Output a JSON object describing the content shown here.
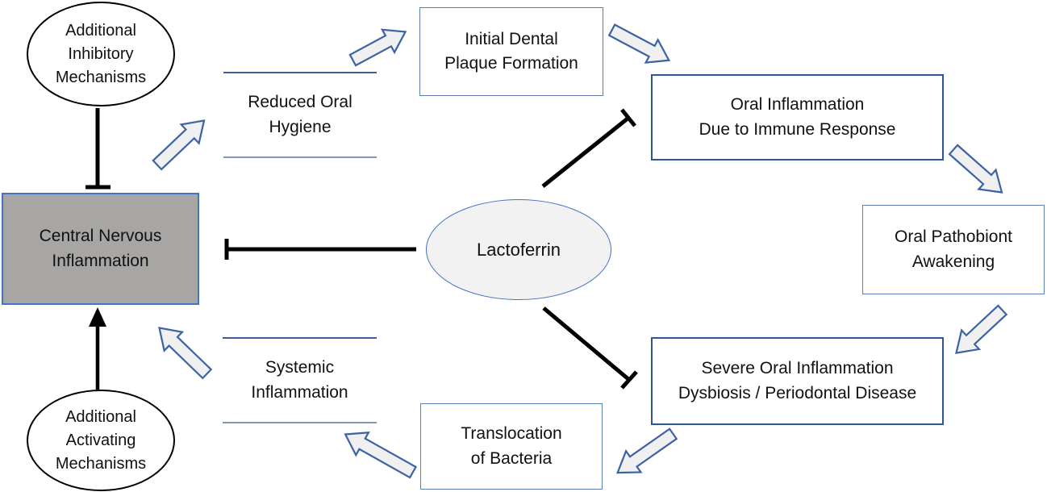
{
  "diagram": {
    "nodes": {
      "additional_inhibitory": {
        "label": "Additional\nInhibitory\nMechanisms",
        "shape": "ellipse"
      },
      "central_nervous": {
        "label": "Central Nervous\nInflammation",
        "shape": "rect-gray"
      },
      "additional_activating": {
        "label": "Additional\nActivating\nMechanisms",
        "shape": "ellipse"
      },
      "reduced_oral_hygiene": {
        "label": "Reduced Oral\nHygiene",
        "shape": "ruled-text"
      },
      "systemic_inflammation": {
        "label": "Systemic\nInflammation",
        "shape": "ruled-text"
      },
      "initial_dental": {
        "label": "Initial Dental\nPlaque Formation",
        "shape": "rect"
      },
      "oral_inflammation": {
        "label": "Oral Inflammation\nDue to Immune Response",
        "shape": "rect"
      },
      "oral_pathobiont": {
        "label": "Oral Pathobiont\nAwakening",
        "shape": "rect"
      },
      "severe_oral": {
        "label": "Severe Oral Inflammation\nDysbiosis / Periodontal Disease",
        "shape": "rect"
      },
      "translocation": {
        "label": "Translocation\nof Bacteria",
        "shape": "rect"
      },
      "lactoferrin": {
        "label": "Lactoferrin",
        "shape": "ellipse"
      }
    },
    "edges": [
      {
        "from": "additional-inhibitory-mechanisms",
        "to": "central-nervous-inflammation",
        "type": "inhibits"
      },
      {
        "from": "central-nervous-inflammation",
        "to": "reduced-oral-hygiene",
        "type": "promotes"
      },
      {
        "from": "reduced-oral-hygiene",
        "to": "initial-dental-plaque-formation",
        "type": "promotes"
      },
      {
        "from": "initial-dental-plaque-formation",
        "to": "oral-inflammation-due-to-immune-response",
        "type": "promotes"
      },
      {
        "from": "oral-inflammation-due-to-immune-response",
        "to": "oral-pathobiont-awakening",
        "type": "promotes"
      },
      {
        "from": "oral-pathobiont-awakening",
        "to": "severe-oral-inflammation-dysbiosis-periodontal-disease",
        "type": "promotes"
      },
      {
        "from": "severe-oral-inflammation-dysbiosis-periodontal-disease",
        "to": "translocation-of-bacteria",
        "type": "promotes"
      },
      {
        "from": "translocation-of-bacteria",
        "to": "systemic-inflammation",
        "type": "promotes"
      },
      {
        "from": "systemic-inflammation",
        "to": "central-nervous-inflammation",
        "type": "promotes"
      },
      {
        "from": "additional-activating-mechanisms",
        "to": "central-nervous-inflammation",
        "type": "activates"
      },
      {
        "from": "lactoferrin",
        "to": "central-nervous-inflammation",
        "type": "inhibits"
      },
      {
        "from": "lactoferrin",
        "to": "oral-inflammation-due-to-immune-response",
        "type": "inhibits"
      },
      {
        "from": "lactoferrin",
        "to": "severe-oral-inflammation-dysbiosis-periodontal-disease",
        "type": "inhibits"
      }
    ],
    "colors": {
      "accent_blue": "#4472c4",
      "strong_box_border": "#2e5597",
      "light_box_border": "#5b7fb5",
      "gray_node_fill": "#a8a6a4",
      "shape_fill": "#f2f2f2",
      "block_arrow_fill": "#f0f0f0",
      "block_arrow_stroke": "#3c62a6",
      "inhibit_line": "#000000"
    }
  }
}
